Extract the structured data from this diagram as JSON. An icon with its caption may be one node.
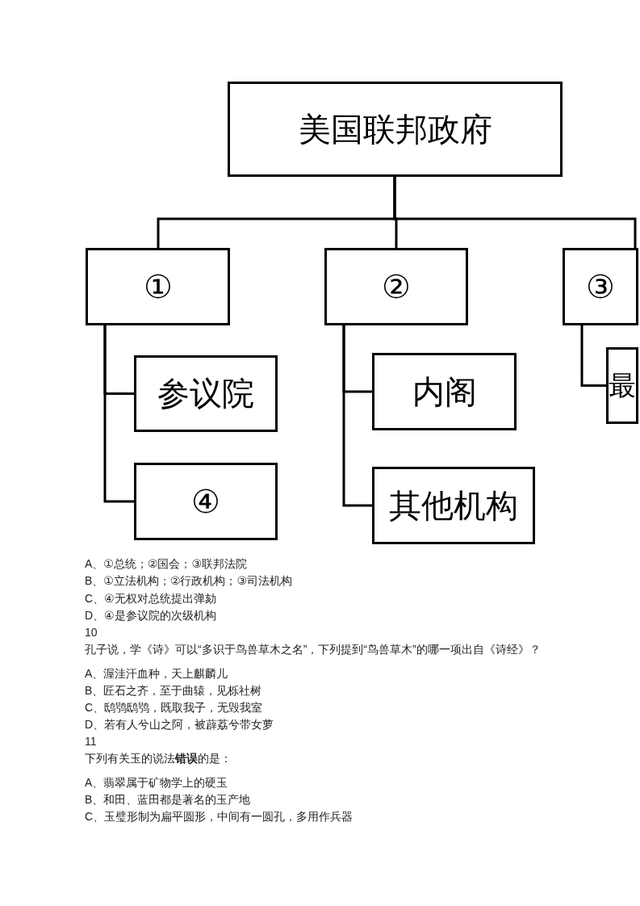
{
  "diagram": {
    "nodes": [
      {
        "text": [
          "美国联邦政府"
        ]
      },
      {
        "text": [
          "①"
        ]
      },
      {
        "text": [
          "②"
        ]
      },
      {
        "text": [
          "③"
        ]
      },
      {
        "text": [
          "参议院"
        ]
      },
      {
        "text": [
          "④"
        ]
      },
      {
        "text": [
          "内阁"
        ]
      },
      {
        "text": [
          "其他机构"
        ]
      },
      {
        "text": [
          "最"
        ]
      }
    ],
    "edges": [
      {
        "from": 0,
        "to": 1,
        "arrow": "none"
      },
      {
        "from": 0,
        "to": 2,
        "arrow": "none"
      },
      {
        "from": 0,
        "to": 3,
        "arrow": "none"
      },
      {
        "from": 1,
        "to": 4,
        "arrow": "none"
      },
      {
        "from": 1,
        "to": 5,
        "arrow": "none"
      },
      {
        "from": 2,
        "to": 6,
        "arrow": "none"
      },
      {
        "from": 2,
        "to": 7,
        "arrow": "none"
      },
      {
        "from": 3,
        "to": 8,
        "arrow": "none"
      }
    ],
    "labels": [
      "A、①总统；②国会；③联邦法院",
      "B、①立法机构；②行政机构；③司法机构",
      "C、④无权对总统提出弹劾",
      "D、④是参议院的次级机构",
      "10",
      "孔子说，学《诗》可以“多识于鸟兽草木之名”，下列提到“鸟兽草木”的哪一项出自《诗经》？",
      "A、渥洼汗血种，天上麒麟儿",
      "B、匠石之齐，至于曲辕，见栎社树",
      "C、鸱鸮鸱鸮，既取我子，无毁我室",
      "D、若有人兮山之阿，被薜荔兮带女萝",
      "11",
      "下列有关玉的说法**错误**的是：",
      "A、翡翠属于矿物学上的硬玉",
      "B、和田、蓝田都是著名的玉产地",
      "C、玉璧形制为扁平圆形，中间有一圆孔，多用作兵器"
    ]
  }
}
